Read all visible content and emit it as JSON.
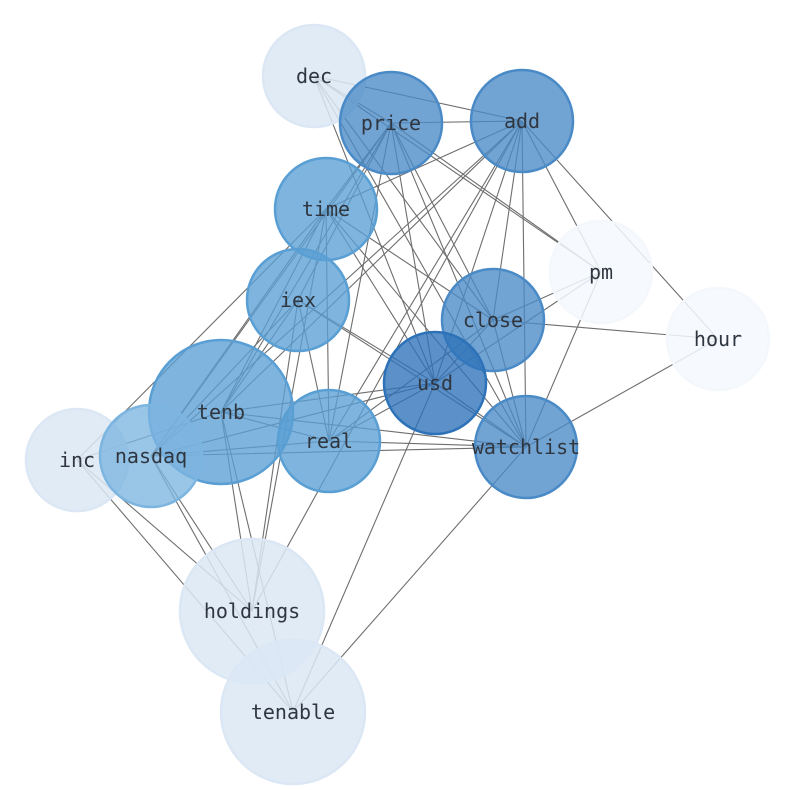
{
  "colors": {
    "background": "#ffffff",
    "edge": "#6e6e6e",
    "label": "#2f3640",
    "shade_scale": [
      "#f4f8fd",
      "#dbe7f4",
      "#7cb5e0",
      "#5a9fd4",
      "#4a8ac6",
      "#2d72b8"
    ]
  },
  "nodes": [
    {
      "id": "dec",
      "label": "dec",
      "shade": 1
    },
    {
      "id": "price",
      "label": "price",
      "shade": 4
    },
    {
      "id": "add",
      "label": "add",
      "shade": 4
    },
    {
      "id": "time",
      "label": "time",
      "shade": 3
    },
    {
      "id": "pm",
      "label": "pm",
      "shade": 0
    },
    {
      "id": "iex",
      "label": "iex",
      "shade": 3
    },
    {
      "id": "close",
      "label": "close",
      "shade": 4
    },
    {
      "id": "hour",
      "label": "hour",
      "shade": 0
    },
    {
      "id": "usd",
      "label": "usd",
      "shade": 5
    },
    {
      "id": "tenb",
      "label": "tenb",
      "shade": 3
    },
    {
      "id": "real",
      "label": "real",
      "shade": 3
    },
    {
      "id": "watchlist",
      "label": "watchlist",
      "shade": 4
    },
    {
      "id": "inc",
      "label": "inc",
      "shade": 1
    },
    {
      "id": "nasdaq",
      "label": "nasdaq",
      "shade": 2
    },
    {
      "id": "holdings",
      "label": "holdings",
      "shade": 1
    },
    {
      "id": "tenable",
      "label": "tenable",
      "shade": 1
    }
  ],
  "edges": [
    [
      "dec",
      "price"
    ],
    [
      "dec",
      "add"
    ],
    [
      "dec",
      "close"
    ],
    [
      "dec",
      "watchlist"
    ],
    [
      "dec",
      "usd"
    ],
    [
      "dec",
      "pm"
    ],
    [
      "price",
      "add"
    ],
    [
      "price",
      "time"
    ],
    [
      "price",
      "iex"
    ],
    [
      "price",
      "tenb"
    ],
    [
      "price",
      "nasdaq"
    ],
    [
      "price",
      "close"
    ],
    [
      "price",
      "usd"
    ],
    [
      "price",
      "real"
    ],
    [
      "price",
      "watchlist"
    ],
    [
      "price",
      "pm"
    ],
    [
      "add",
      "time"
    ],
    [
      "add",
      "close"
    ],
    [
      "add",
      "usd"
    ],
    [
      "add",
      "watchlist"
    ],
    [
      "add",
      "pm"
    ],
    [
      "add",
      "hour"
    ],
    [
      "add",
      "nasdaq"
    ],
    [
      "add",
      "tenb"
    ],
    [
      "add",
      "real"
    ],
    [
      "time",
      "tenb"
    ],
    [
      "time",
      "nasdaq"
    ],
    [
      "time",
      "usd"
    ],
    [
      "time",
      "close"
    ],
    [
      "time",
      "watchlist"
    ],
    [
      "time",
      "real"
    ],
    [
      "time",
      "inc"
    ],
    [
      "time",
      "holdings"
    ],
    [
      "iex",
      "real"
    ],
    [
      "iex",
      "usd"
    ],
    [
      "iex",
      "tenb"
    ],
    [
      "iex",
      "nasdaq"
    ],
    [
      "iex",
      "watchlist"
    ],
    [
      "iex",
      "holdings"
    ],
    [
      "close",
      "hour"
    ],
    [
      "close",
      "usd"
    ],
    [
      "close",
      "watchlist"
    ],
    [
      "close",
      "pm"
    ],
    [
      "close",
      "real"
    ],
    [
      "pm",
      "watchlist"
    ],
    [
      "pm",
      "usd"
    ],
    [
      "hour",
      "watchlist"
    ],
    [
      "usd",
      "tenb"
    ],
    [
      "usd",
      "real"
    ],
    [
      "usd",
      "watchlist"
    ],
    [
      "usd",
      "nasdaq"
    ],
    [
      "usd",
      "tenable"
    ],
    [
      "tenb",
      "real"
    ],
    [
      "tenb",
      "holdings"
    ],
    [
      "tenb",
      "tenable"
    ],
    [
      "tenb",
      "inc"
    ],
    [
      "tenb",
      "watchlist"
    ],
    [
      "real",
      "nasdaq"
    ],
    [
      "real",
      "watchlist"
    ],
    [
      "nasdaq",
      "watchlist"
    ],
    [
      "nasdaq",
      "tenable"
    ],
    [
      "nasdaq",
      "holdings"
    ],
    [
      "inc",
      "holdings"
    ],
    [
      "inc",
      "tenable"
    ],
    [
      "watchlist",
      "tenable"
    ],
    [
      "add",
      "holdings"
    ]
  ]
}
